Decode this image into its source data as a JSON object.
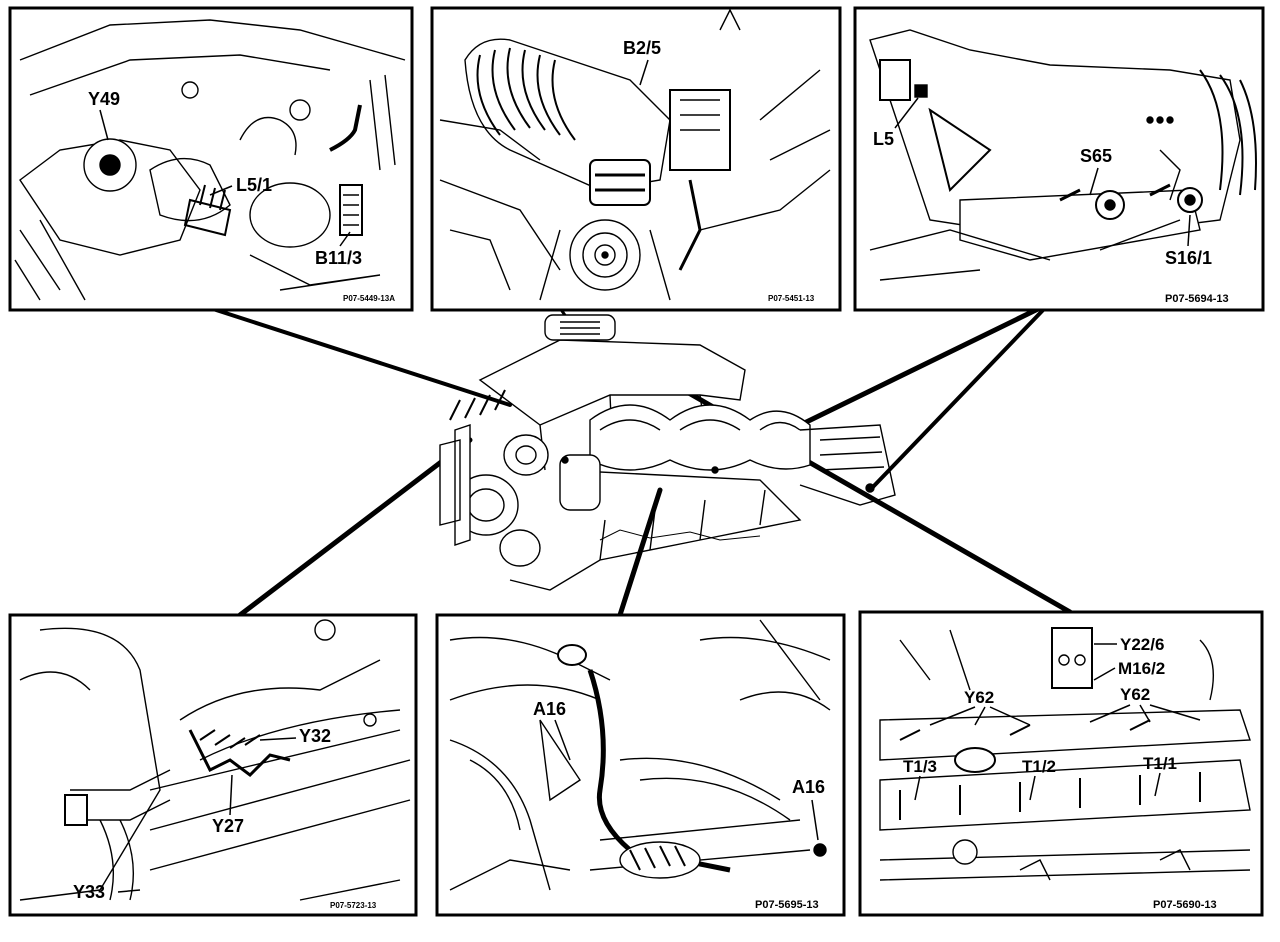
{
  "diagram": {
    "panels": [
      {
        "id": "top-left",
        "ref_code": "P07-5449-13A",
        "labels": [
          "Y49",
          "L5/1",
          "B11/3"
        ]
      },
      {
        "id": "top-middle",
        "ref_code": "P07-5451-13",
        "labels": [
          "B2/5"
        ]
      },
      {
        "id": "top-right",
        "ref_code": "P07-5694-13",
        "labels": [
          "L5",
          "S65",
          "S16/1"
        ]
      },
      {
        "id": "bottom-left",
        "ref_code": "P07-5723-13",
        "labels": [
          "Y32",
          "Y27",
          "Y33"
        ]
      },
      {
        "id": "bottom-middle",
        "ref_code": "P07-5695-13",
        "labels": [
          "A16",
          "A16"
        ]
      },
      {
        "id": "bottom-right",
        "ref_code": "P07-5690-13",
        "labels": [
          "Y22/6",
          "M16/2",
          "Y62",
          "Y62",
          "T1/3",
          "T1/2",
          "T1/1"
        ]
      }
    ]
  }
}
